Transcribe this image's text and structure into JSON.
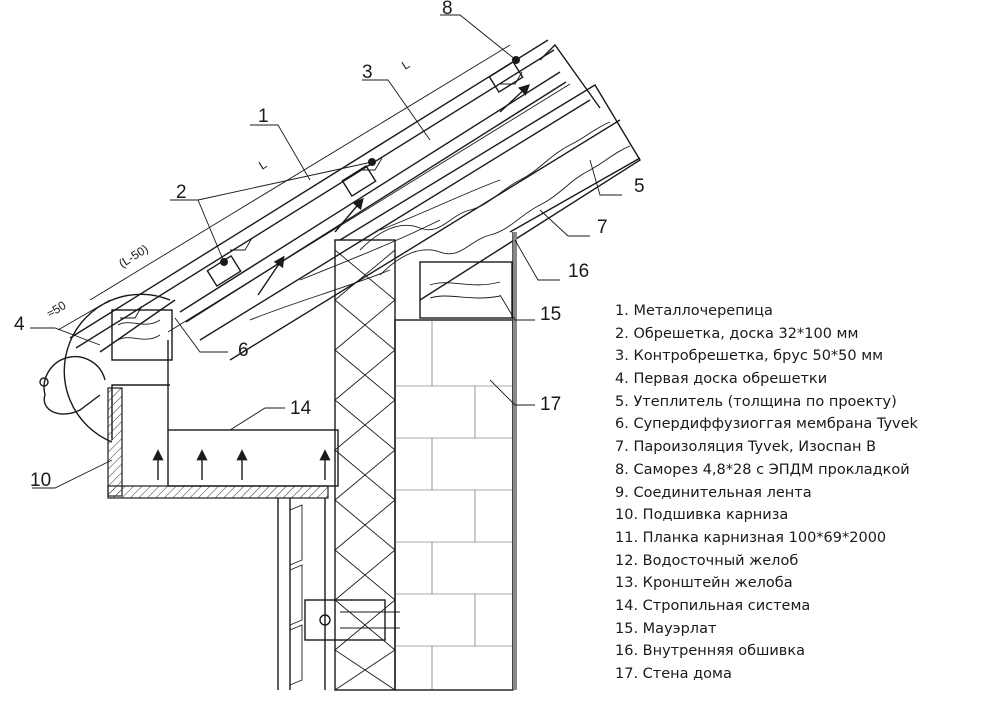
{
  "callouts": [
    {
      "id": "1",
      "label": "1"
    },
    {
      "id": "2",
      "label": "2"
    },
    {
      "id": "3",
      "label": "3"
    },
    {
      "id": "4",
      "label": "4"
    },
    {
      "id": "5",
      "label": "5"
    },
    {
      "id": "6",
      "label": "6"
    },
    {
      "id": "7",
      "label": "7"
    },
    {
      "id": "8",
      "label": "8"
    },
    {
      "id": "10",
      "label": "10"
    },
    {
      "id": "14",
      "label": "14"
    },
    {
      "id": "15",
      "label": "15"
    },
    {
      "id": "16",
      "label": "16"
    },
    {
      "id": "17",
      "label": "17"
    }
  ],
  "dimensions": {
    "L_upper": "L",
    "L_lower": "L",
    "L_minus_50": "(L-50)",
    "approx_50": "≈50"
  },
  "legend": [
    "1. Металлочерепица",
    "2. Обрешетка, доска 32*100 мм",
    "3. Контробрешетка, брус 50*50 мм",
    "4. Первая доска обрешетки",
    "5. Утеплитель (толщина по проекту)",
    "6. Супердиффузиоггая мембрана Tyvek",
    "7. Пароизоляция Tyvek, Изоспан В",
    "8. Саморез 4,8*28 с ЭПДМ прокладкой",
    "9. Соединительная лента",
    "10. Подшивка карниза",
    "11. Планка карнизная 100*69*2000",
    "12. Водосточный желоб",
    "13. Кронштейн желоба",
    "14. Стропильная система",
    "15. Мауэрлат",
    "16. Внутренняя обшивка",
    "17. Стена дома"
  ]
}
